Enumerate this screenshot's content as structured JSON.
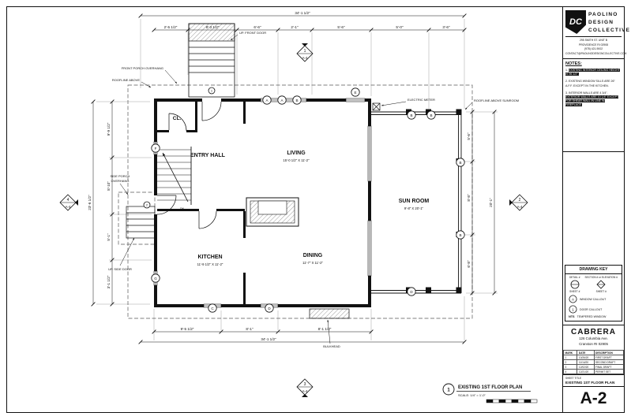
{
  "panel": {
    "logo": {
      "monogram": "DC",
      "name1": "PAOLINO",
      "name2": "DESIGN",
      "name3": "COLLECTIVE",
      "address1": "295 SMITH ST. UNIT B",
      "address2": "PROVIDENCE RI 02908",
      "phone": "(978) 421-9002",
      "email": "CONTACT@PAOLINODESIGNCOLLECTIVE.COM"
    },
    "notes": {
      "heading": "NOTES:",
      "n1_prefix": "1. ",
      "n1_highlight": "EXISTING INTERIOR CEILING HEIGHT IS 96 1/2\".",
      "n2": "2. EXISTING WINDOW SILLS ARE 26\" A.F.F. EXCEPT IN THE KITCHEN.",
      "n3_prefix": "3. INTERIOR WALLS ARE 4 3/4\". ",
      "n3_highlight": "EXTERIOR WALLS ARE 10 1/4\" EXCEPT FOR SHEAR WALL IN LINE W/ FIREPLACE."
    },
    "drawing_key": {
      "heading": "DRAWING KEY",
      "detail_label": "DETAIL #",
      "section_label": "SECTION # or ELEVATION #",
      "sheet_label": "SHEET #",
      "window_symbol": "A",
      "window_label": "WINDOW CALLOUT",
      "door_symbol": "1",
      "door_label": "DOOR CALLOUT",
      "tempered_symbol": "NTS",
      "tempered_label": "TEMPERED WINDOW"
    },
    "title_block": {
      "project": "CABRERA",
      "address1": "126 Columbia Ave.",
      "address2": "Cranston RI 02905",
      "table": {
        "headers": [
          "MARK",
          "DATE",
          "DESCRIPTION"
        ],
        "rows": [
          [
            "1",
            "10/26/20",
            "FIRST DRAFT"
          ],
          [
            "2",
            "11/14/20",
            "SECOND DRAFT"
          ],
          [
            "3",
            "12/02/20",
            "FINAL DRAFT"
          ],
          [
            "4",
            "12/21/20",
            "PERMIT SET"
          ]
        ]
      },
      "sheet_title_label": "SHEET TITLE",
      "sheet_title": "EXISTING 1ST FLOOR PLAN",
      "sheet_number": "A-2"
    }
  },
  "plan": {
    "rooms": {
      "cl": {
        "name": "CL."
      },
      "entry": {
        "name": "ENTRY HALL"
      },
      "living": {
        "name": "LIVING",
        "size": "15'-0 1/2\" X 11'-2\""
      },
      "sunroom": {
        "name": "SUN ROOM",
        "size": "9'-8\" X 20'-1\""
      },
      "kitchen": {
        "name": "KITCHEN",
        "size": "11'-9 1/2\" X 11'-2\""
      },
      "dining": {
        "name": "DINING",
        "size": "11'-7\" X 11'-2\""
      }
    },
    "annotations": {
      "front_porch": "FRONT PORCH OVERHANG",
      "roofline": "ROOFLINE ABOVE",
      "up_front_door": "UP. FRONT DOOR",
      "side_porch1": "SIDE PORCH",
      "side_porch2": "OVERHANG",
      "up_side_door": "UP. SIDE DOOR",
      "electric_meter": "ELECTRIC METER",
      "roofline_sunroom": "ROOFLINE ABOVE SUNROOM",
      "bulkhead": "BULKHEAD",
      "dn": "DN."
    },
    "dims": {
      "top_overall": "34'-1 1/2\"",
      "top_segs": [
        "2'-5 1/2\"",
        "8'-3 1/2\"",
        "6'-6\"",
        "2'-1\"",
        "5'-6\"",
        "5'-0\"",
        "3'-6\""
      ],
      "left_overall": "23'-6 1/2\"",
      "left_segs": [
        "9'-9 1/2\"",
        "8'-10\"",
        "5'-1\"",
        "3'-1 1/2\""
      ],
      "right_segs": [
        "5'-6\"",
        "8'-8\"",
        "6'-8\""
      ],
      "right_overall": "20'-1\"",
      "bottom_segs": [
        "9'-5 1/2\"",
        "8'-1\"",
        "8'-1 1/2\""
      ],
      "bottom_overall": "34'-1 1/2\""
    },
    "elev_markers": {
      "top": {
        "num": "1",
        "sheet": "A-4"
      },
      "right": {
        "num": "2",
        "sheet": "A-4"
      },
      "bottom": {
        "num": "3",
        "sheet": "A-4"
      },
      "left": {
        "num": "4",
        "sheet": "A-4"
      }
    },
    "callouts": [
      "A",
      "A",
      "B",
      "E",
      "B",
      "B",
      "B",
      "B",
      "D",
      "C",
      "D",
      "F",
      "G"
    ],
    "door_callouts": [
      "1",
      "2"
    ],
    "title": {
      "num": "1",
      "label": "EXISTING 1ST FLOOR PLAN",
      "scale": "SCALE: 1/4\" = 1'-0\""
    }
  }
}
